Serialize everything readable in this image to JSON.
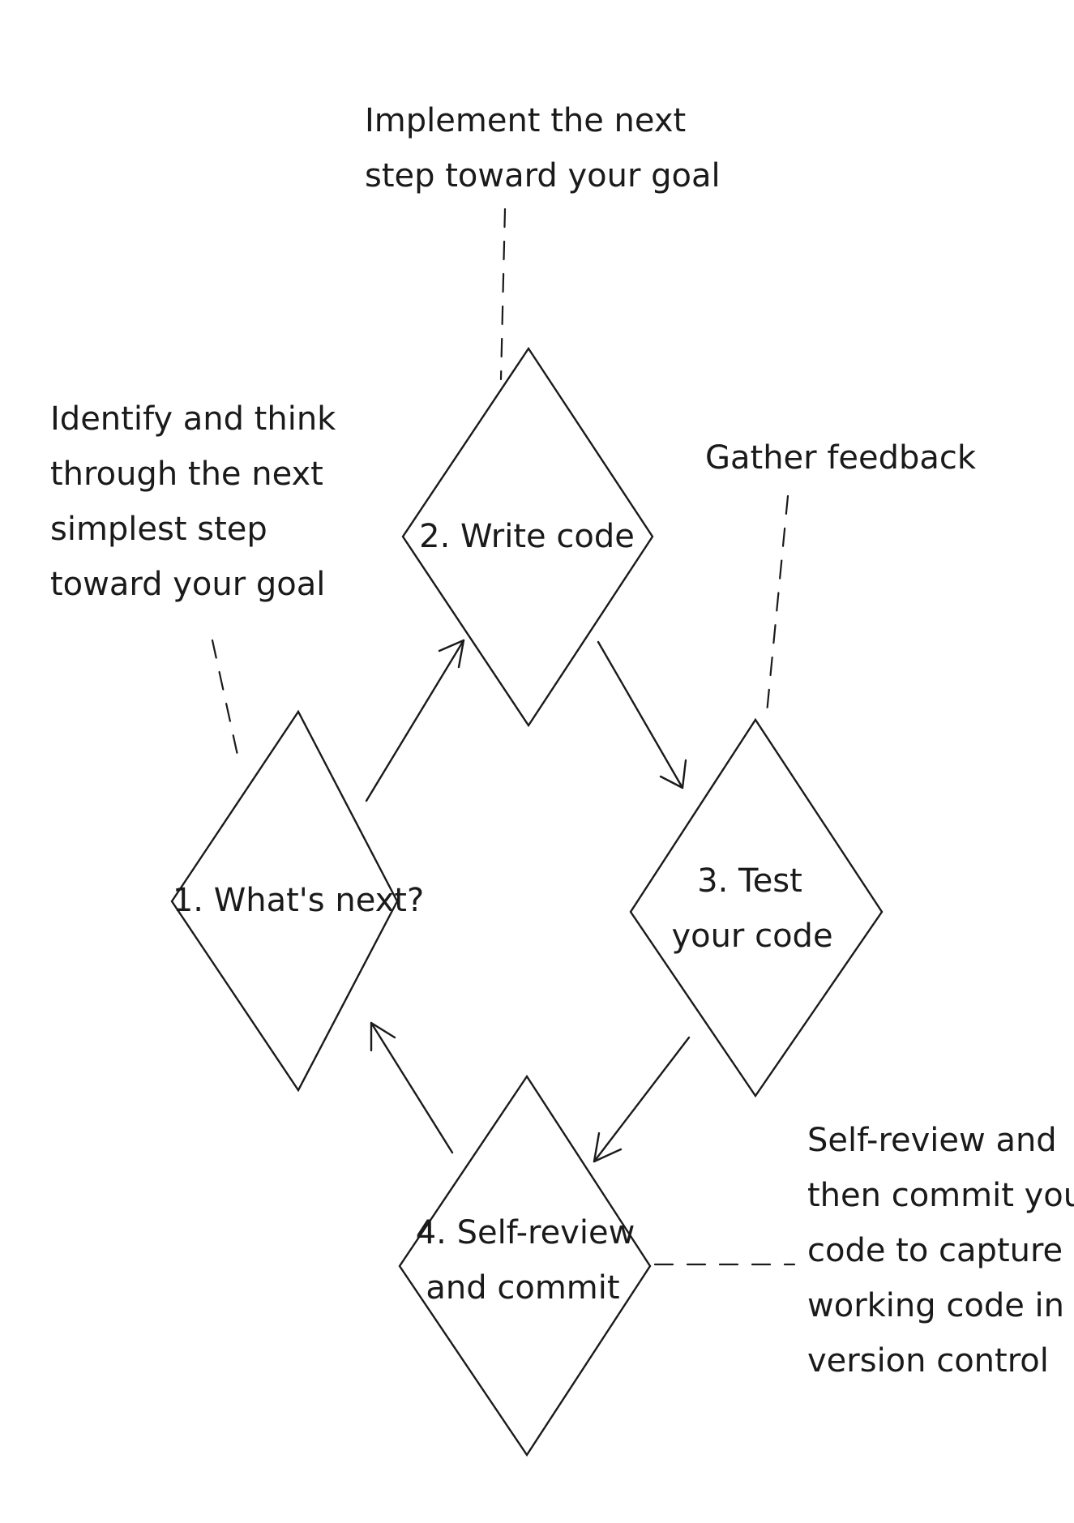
{
  "steps": [
    {
      "id": "whats-next",
      "lines": [
        "1. What's next?"
      ]
    },
    {
      "id": "write-code",
      "lines": [
        "2. Write code"
      ]
    },
    {
      "id": "test-code",
      "lines": [
        "3. Test",
        "your code"
      ]
    },
    {
      "id": "self-review",
      "lines": [
        "4. Self-review",
        "and commit"
      ]
    }
  ],
  "notes": [
    {
      "id": "whats-next",
      "lines": [
        "Identify and think",
        "through the next",
        "simplest step",
        "toward your goal"
      ]
    },
    {
      "id": "write-code",
      "lines": [
        "Implement the next",
        "step toward your goal"
      ]
    },
    {
      "id": "test-code",
      "lines": [
        "Gather feedback"
      ]
    },
    {
      "id": "self-review",
      "lines": [
        "Self-review and",
        "then commit your",
        "code to capture",
        "working code in",
        "version control"
      ]
    }
  ],
  "flow": [
    {
      "from": "whats-next",
      "to": "write-code"
    },
    {
      "from": "write-code",
      "to": "test-code"
    },
    {
      "from": "test-code",
      "to": "self-review"
    },
    {
      "from": "self-review",
      "to": "whats-next"
    }
  ],
  "colors": {
    "ink": "#1a1a1a",
    "background": "#ffffff"
  }
}
